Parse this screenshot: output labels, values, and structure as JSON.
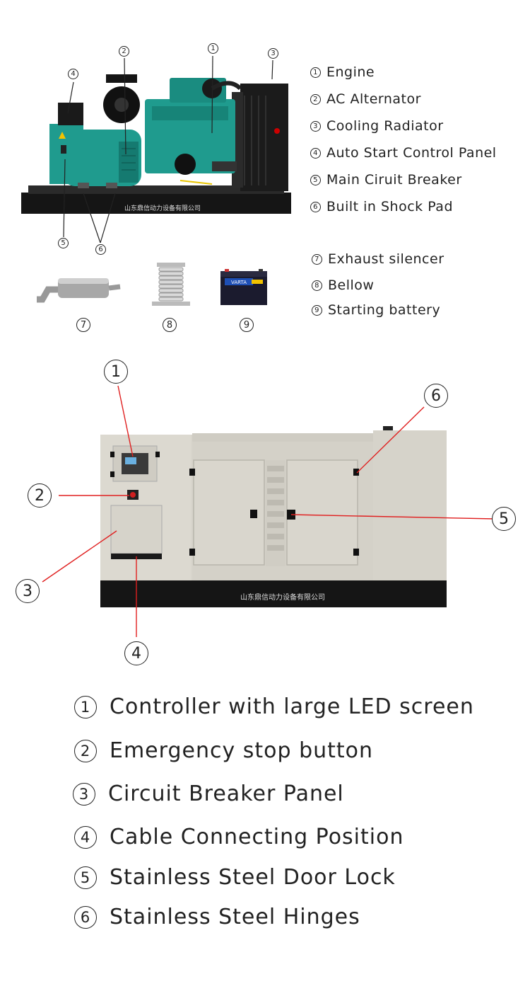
{
  "top_legend": [
    {
      "num": "1",
      "label": "Engine"
    },
    {
      "num": "2",
      "label": "AC Alternator"
    },
    {
      "num": "3",
      "label": "Cooling Radiator"
    },
    {
      "num": "4",
      "label": "Auto Start Control Panel"
    },
    {
      "num": "5",
      "label": "Main Ciruit Breaker"
    },
    {
      "num": "6",
      "label": "Built in Shock Pad"
    }
  ],
  "accessory_legend": [
    {
      "num": "7",
      "label": "Exhaust silencer"
    },
    {
      "num": "8",
      "label": "Bellow"
    },
    {
      "num": "9",
      "label": "Starting battery"
    }
  ],
  "base_brand_text": "山东鼎信动力设备有限公司",
  "canopy_brand_text": "山东鼎信动力设备有限公司",
  "battery_brand": "VARTA",
  "bottom_legend": [
    {
      "num": "1",
      "label": "Controller with large LED screen"
    },
    {
      "num": "2",
      "label": "Emergency stop button"
    },
    {
      "num": "3",
      "label": "Circuit Breaker Panel"
    },
    {
      "num": "4",
      "label": "Cable Connecting Position"
    },
    {
      "num": "5",
      "label": "Stainless Steel Door Lock"
    },
    {
      "num": "6",
      "label": "Stainless Steel Hinges"
    }
  ],
  "colors": {
    "engine_teal": "#1f9b8e",
    "base_black": "#151515",
    "canopy_beige": "#d8d5cc",
    "callout_red": "#e02020"
  }
}
